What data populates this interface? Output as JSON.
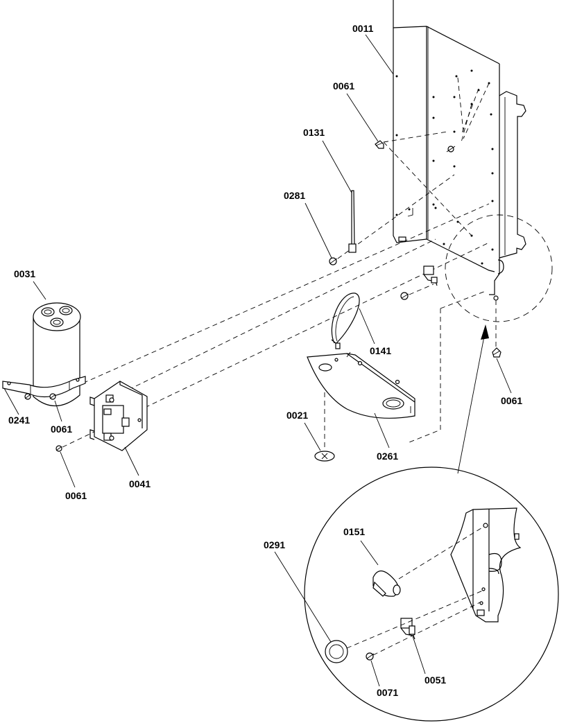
{
  "diagram": {
    "callouts": {
      "p0011": "0011",
      "p0061_top": "0061",
      "p0131": "0131",
      "p0281": "0281",
      "p0031": "0031",
      "p0141": "0141",
      "p0061_right": "0061",
      "p0241": "0241",
      "p0061_cap": "0061",
      "p0021": "0021",
      "p0261": "0261",
      "p0061_bottom": "0061",
      "p0041": "0041",
      "p0291": "0291",
      "p0151": "0151",
      "p0071": "0071",
      "p0051": "0051"
    }
  }
}
